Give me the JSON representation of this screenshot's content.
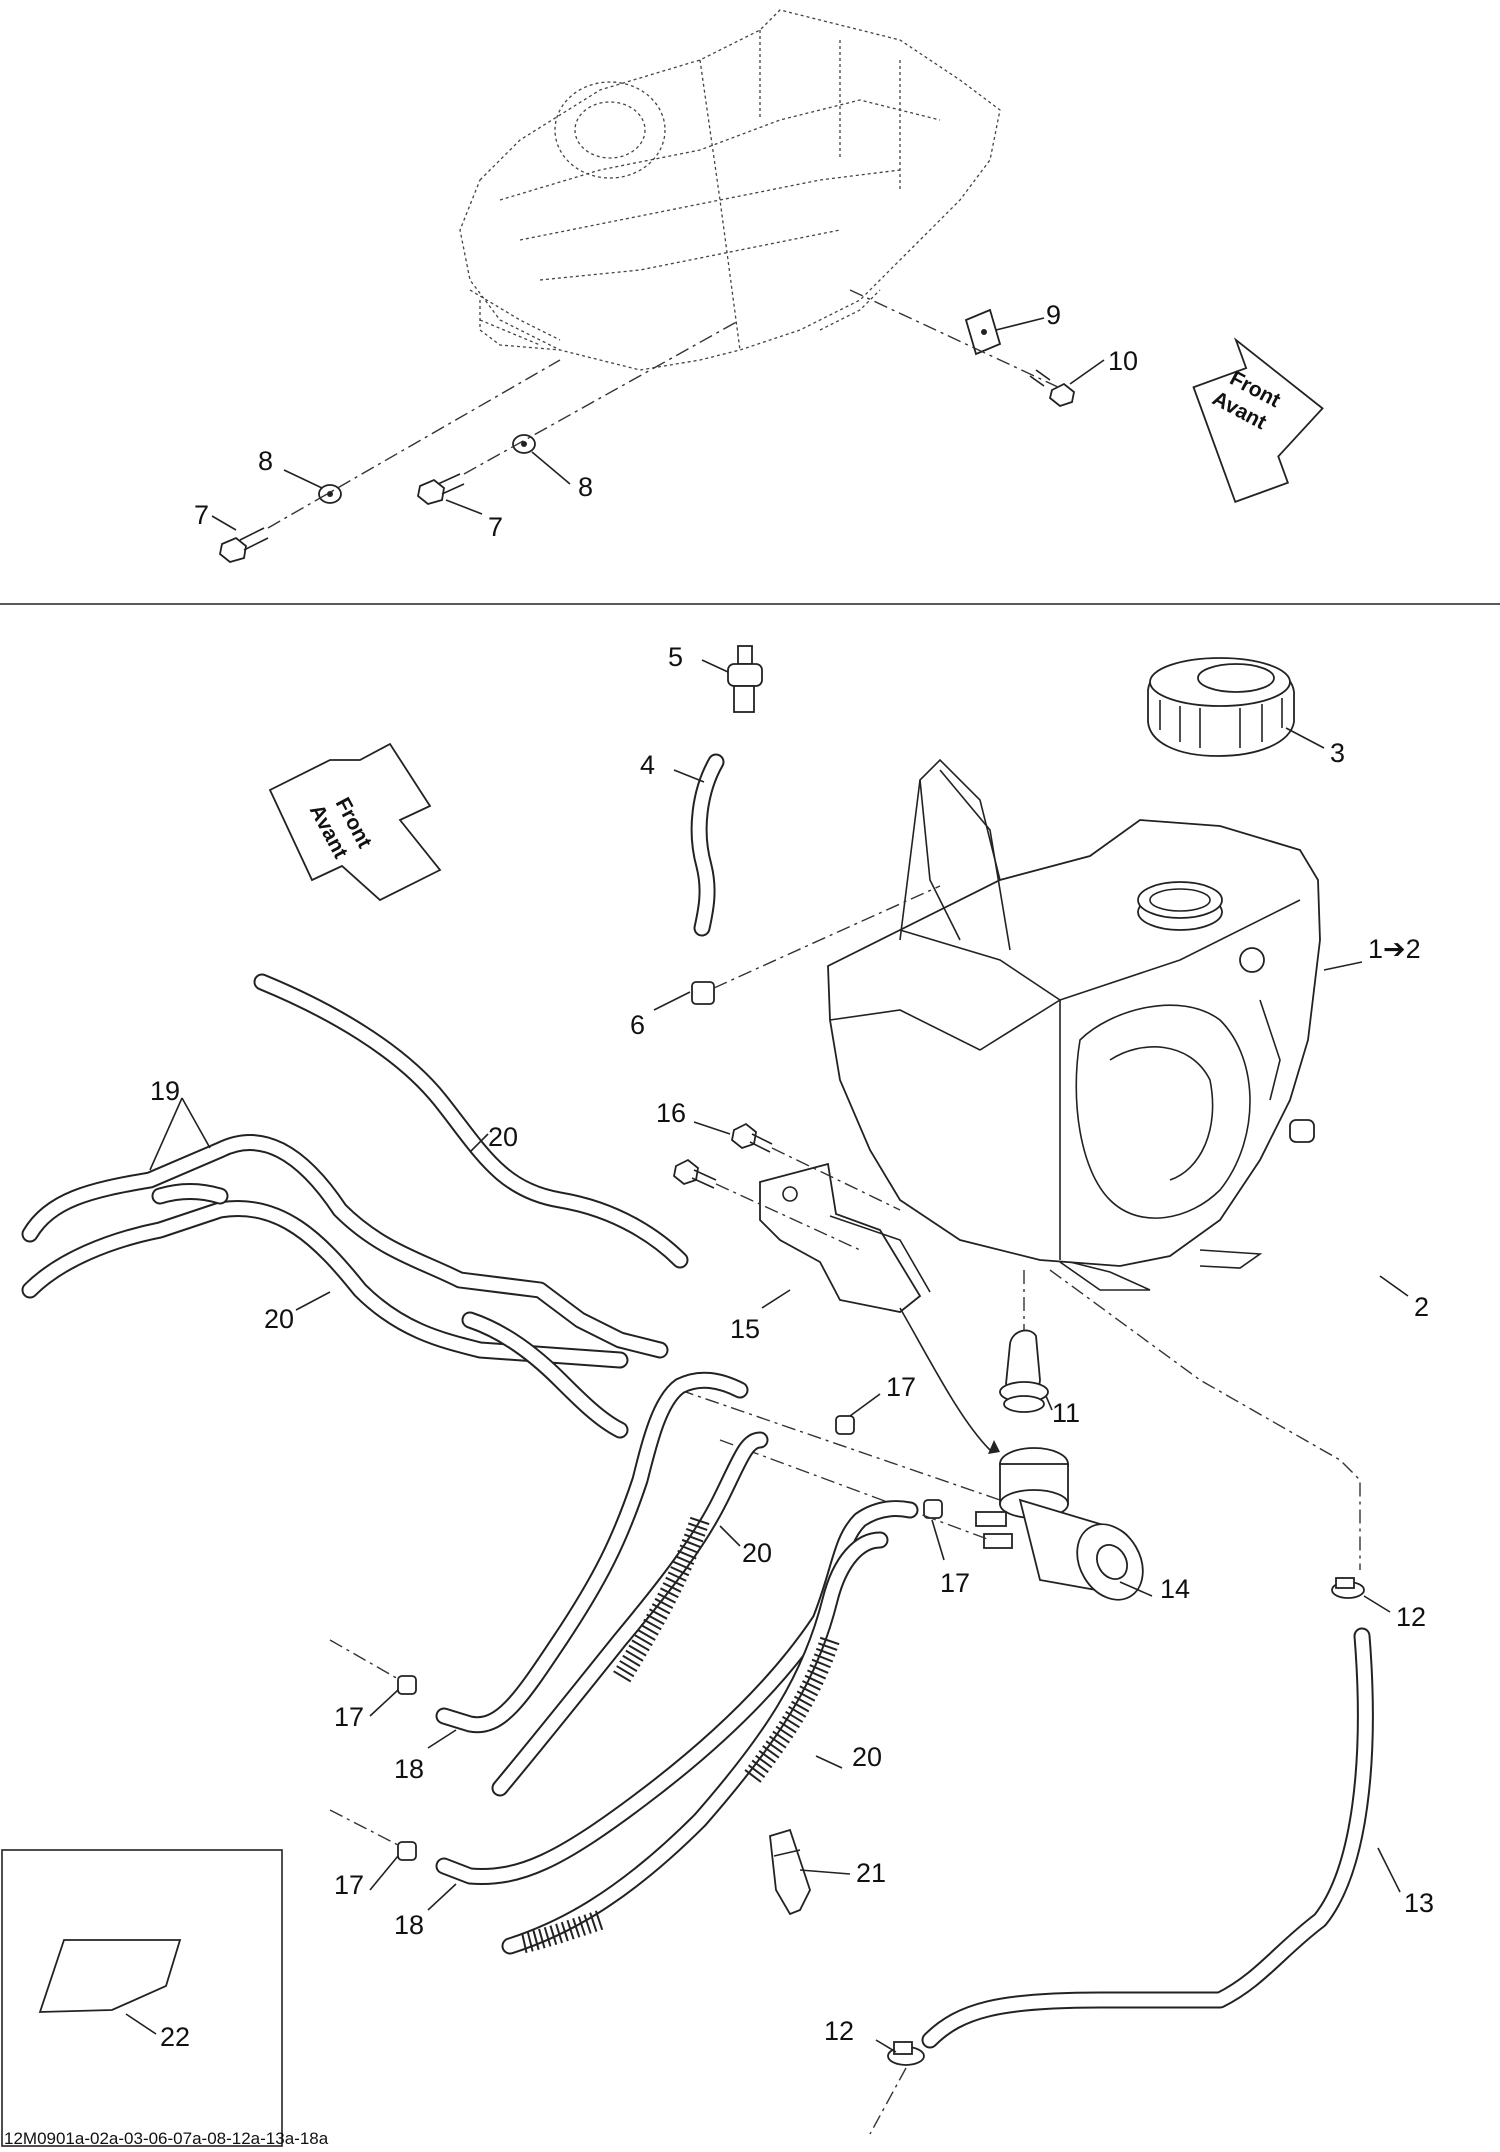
{
  "diagram": {
    "code": "12M0901a-02a-03-06-07a-08-12a-13a-18a",
    "front_label": "Front",
    "avant_label": "Avant",
    "callouts": {
      "c1": "1➔2",
      "c2": "2",
      "c3": "3",
      "c4": "4",
      "c5": "5",
      "c6": "6",
      "c7a": "7",
      "c7b": "7",
      "c8a": "8",
      "c8b": "8",
      "c9": "9",
      "c10": "10",
      "c11": "11",
      "c12a": "12",
      "c12b": "12",
      "c13": "13",
      "c14": "14",
      "c15": "15",
      "c16": "16",
      "c17a": "17",
      "c17b": "17",
      "c17c": "17",
      "c17d": "17",
      "c18a": "18",
      "c18b": "18",
      "c19": "19",
      "c20a": "20",
      "c20b": "20",
      "c20c": "20",
      "c20d": "20",
      "c21": "21",
      "c22": "22"
    }
  }
}
